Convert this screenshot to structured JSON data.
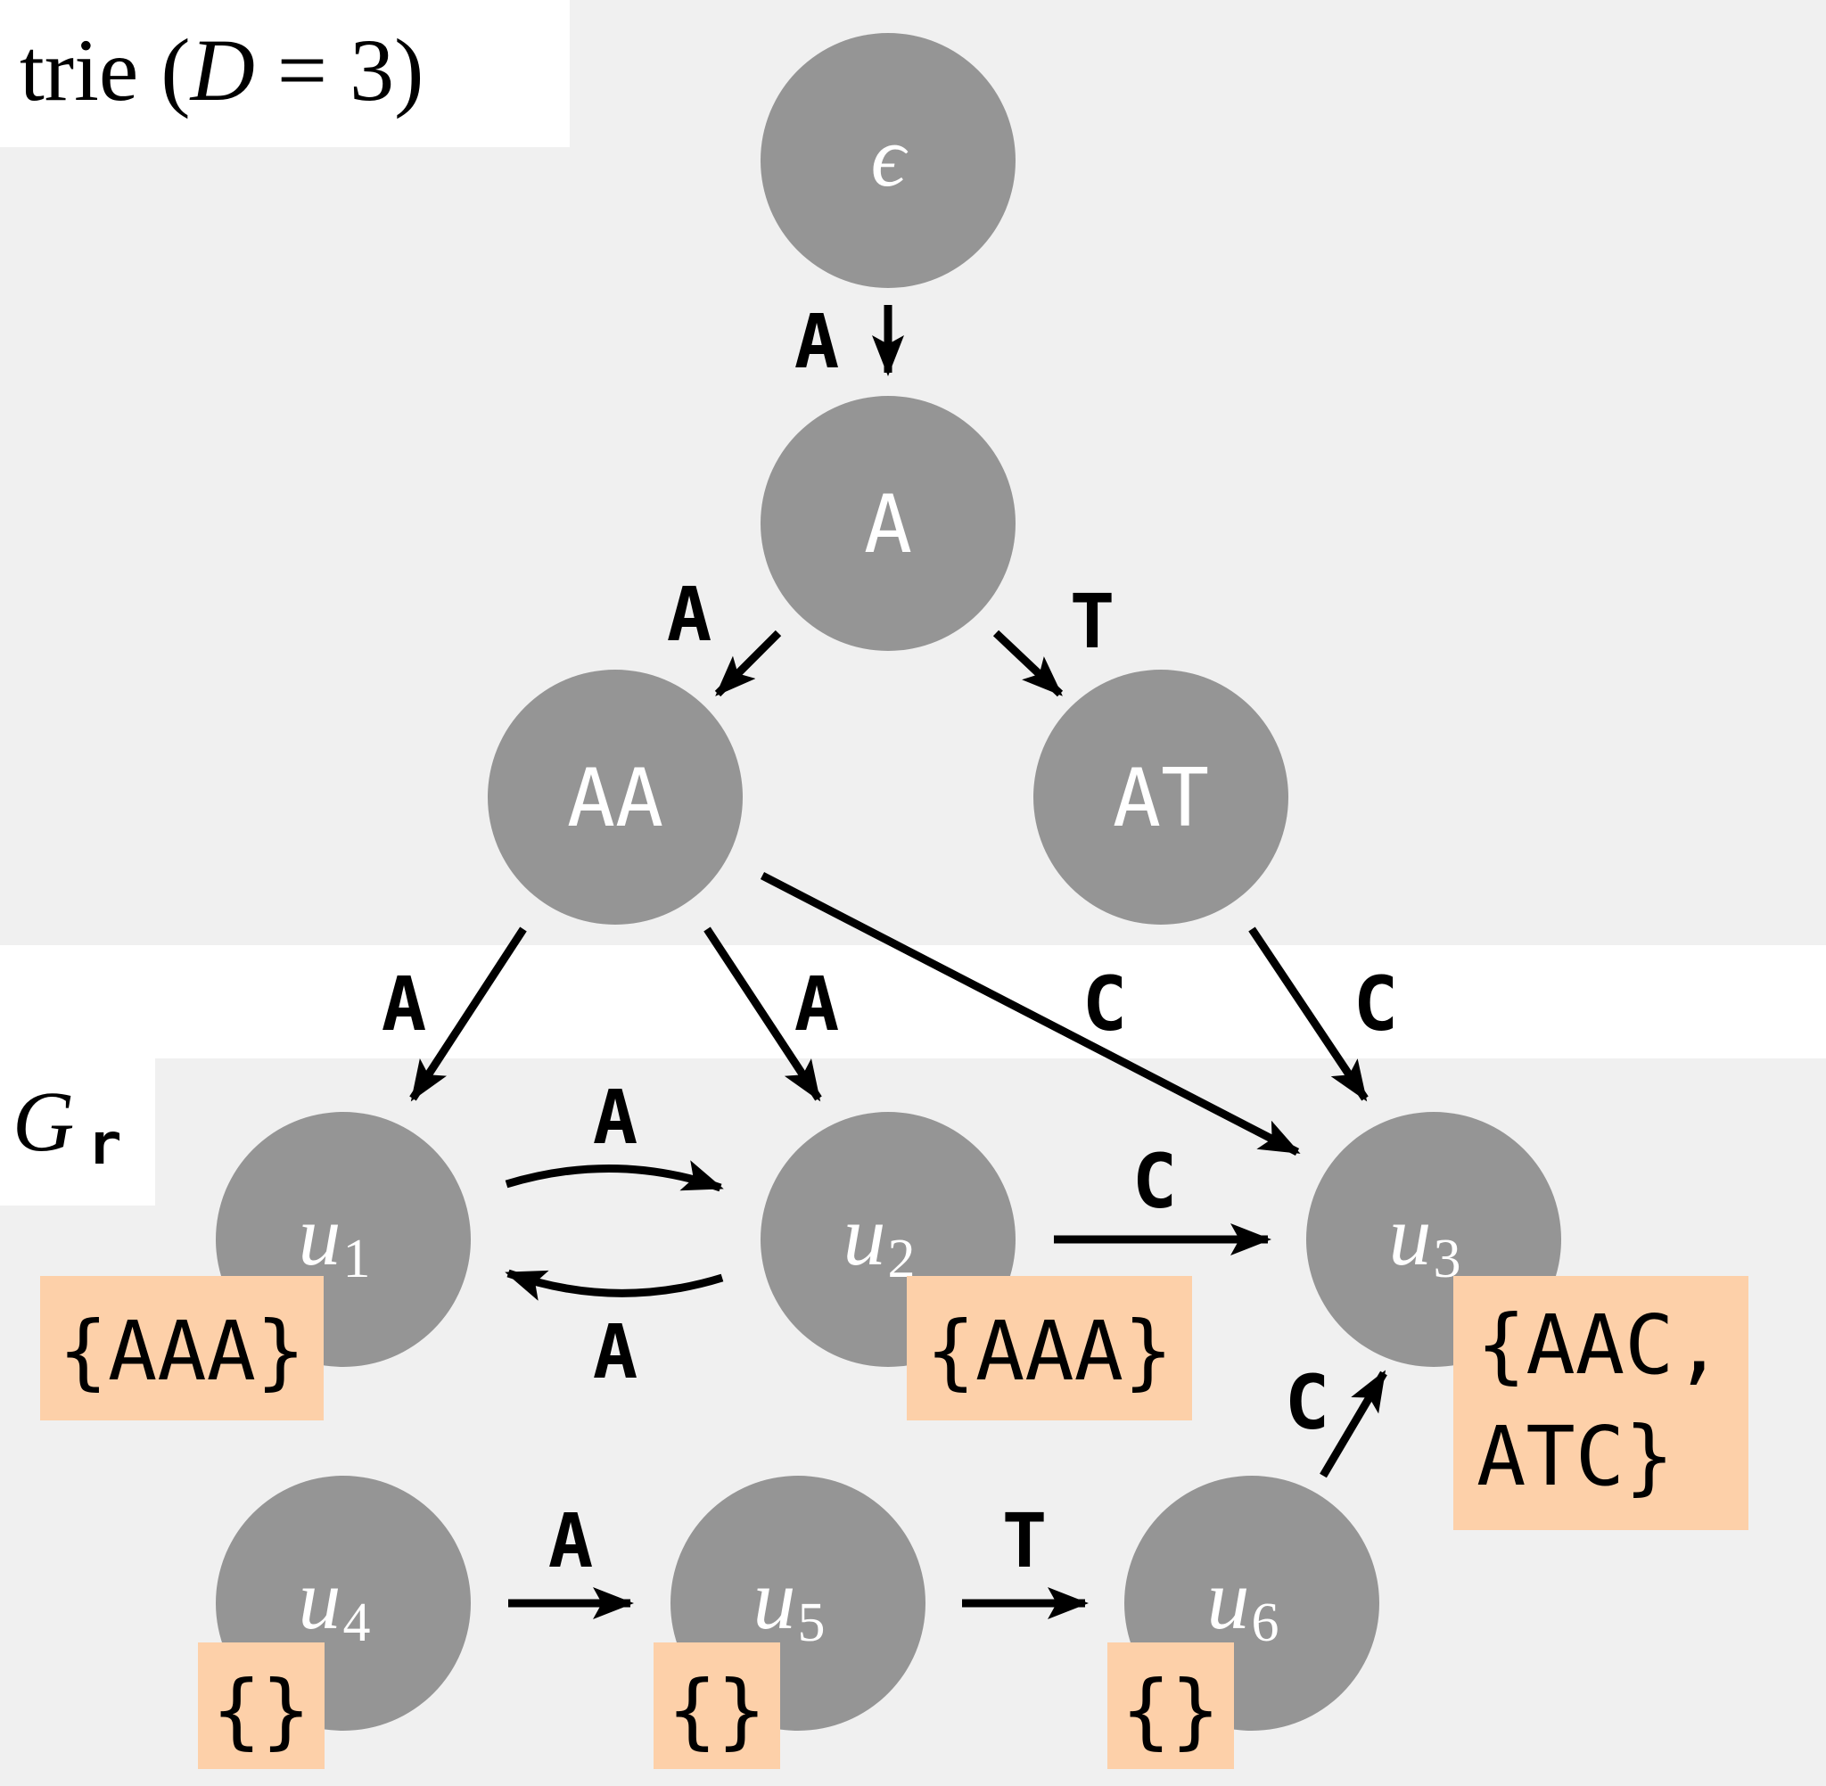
{
  "title": {
    "main": "trie (",
    "var": "D",
    "rest": " = 3)"
  },
  "region_label": {
    "main": "G",
    "sub": "r"
  },
  "colors": {
    "background": "#f0f0f0",
    "node": "#959595",
    "set_box": "#fdd0a9",
    "edge": "#000000"
  },
  "nodes": [
    {
      "id": "eps",
      "label": "ϵ",
      "style": "italic"
    },
    {
      "id": "A",
      "label": "A",
      "style": "mono"
    },
    {
      "id": "AA",
      "label": "AA",
      "style": "mono"
    },
    {
      "id": "AT",
      "label": "AT",
      "style": "mono"
    },
    {
      "id": "u1",
      "label": "u",
      "sub": "1",
      "style": "italic"
    },
    {
      "id": "u2",
      "label": "u",
      "sub": "2",
      "style": "italic"
    },
    {
      "id": "u3",
      "label": "u",
      "sub": "3",
      "style": "italic"
    },
    {
      "id": "u4",
      "label": "u",
      "sub": "4",
      "style": "italic"
    },
    {
      "id": "u5",
      "label": "u",
      "sub": "5",
      "style": "italic"
    },
    {
      "id": "u6",
      "label": "u",
      "sub": "6",
      "style": "italic"
    }
  ],
  "edges": [
    {
      "from": "eps",
      "to": "A",
      "label": "A"
    },
    {
      "from": "A",
      "to": "AA",
      "label": "A"
    },
    {
      "from": "A",
      "to": "AT",
      "label": "T"
    },
    {
      "from": "AA",
      "to": "u1",
      "label": "A"
    },
    {
      "from": "AA",
      "to": "u2",
      "label": "A"
    },
    {
      "from": "AA",
      "to": "u3",
      "label": "C"
    },
    {
      "from": "AT",
      "to": "u3",
      "label": "C"
    },
    {
      "from": "u1",
      "to": "u2",
      "label": "A"
    },
    {
      "from": "u2",
      "to": "u1",
      "label": "A"
    },
    {
      "from": "u2",
      "to": "u3",
      "label": "C"
    },
    {
      "from": "u4",
      "to": "u5",
      "label": "A"
    },
    {
      "from": "u5",
      "to": "u6",
      "label": "T"
    },
    {
      "from": "u6",
      "to": "u3",
      "label": "C"
    }
  ],
  "sets": [
    {
      "node": "u1",
      "lines": [
        "{AAA}"
      ]
    },
    {
      "node": "u2",
      "lines": [
        "{AAA}"
      ]
    },
    {
      "node": "u3",
      "lines": [
        "{AAC,",
        " ATC}"
      ]
    },
    {
      "node": "u4",
      "lines": [
        "{}"
      ]
    },
    {
      "node": "u5",
      "lines": [
        "{}"
      ]
    },
    {
      "node": "u6",
      "lines": [
        "{}"
      ]
    }
  ]
}
